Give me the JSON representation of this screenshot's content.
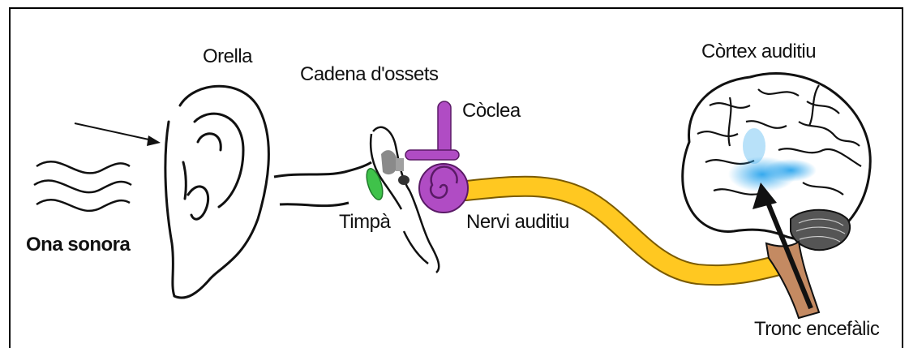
{
  "labels": {
    "sound_wave": "Ona sonora",
    "ear": "Orella",
    "ossicles": "Cadena d'ossets",
    "cochlea": "Còclea",
    "eardrum": "Timpà",
    "auditory_nerve": "Nervi auditiu",
    "auditory_cortex": "Còrtex auditiu",
    "brainstem": "Tronc encefàlic"
  },
  "colors": {
    "outline": "#111111",
    "eardrum": "#3fc24a",
    "cochlea": "#b04cc4",
    "cochlea_dark": "#5a1a66",
    "nerve": "#ffc821",
    "nerve_dark": "#7a5a00",
    "brainstem": "#c48a62",
    "cortex_highlight": "#35a9ee",
    "cerebellum": "#444444",
    "ossicle_gray": "#8a8a8a"
  }
}
